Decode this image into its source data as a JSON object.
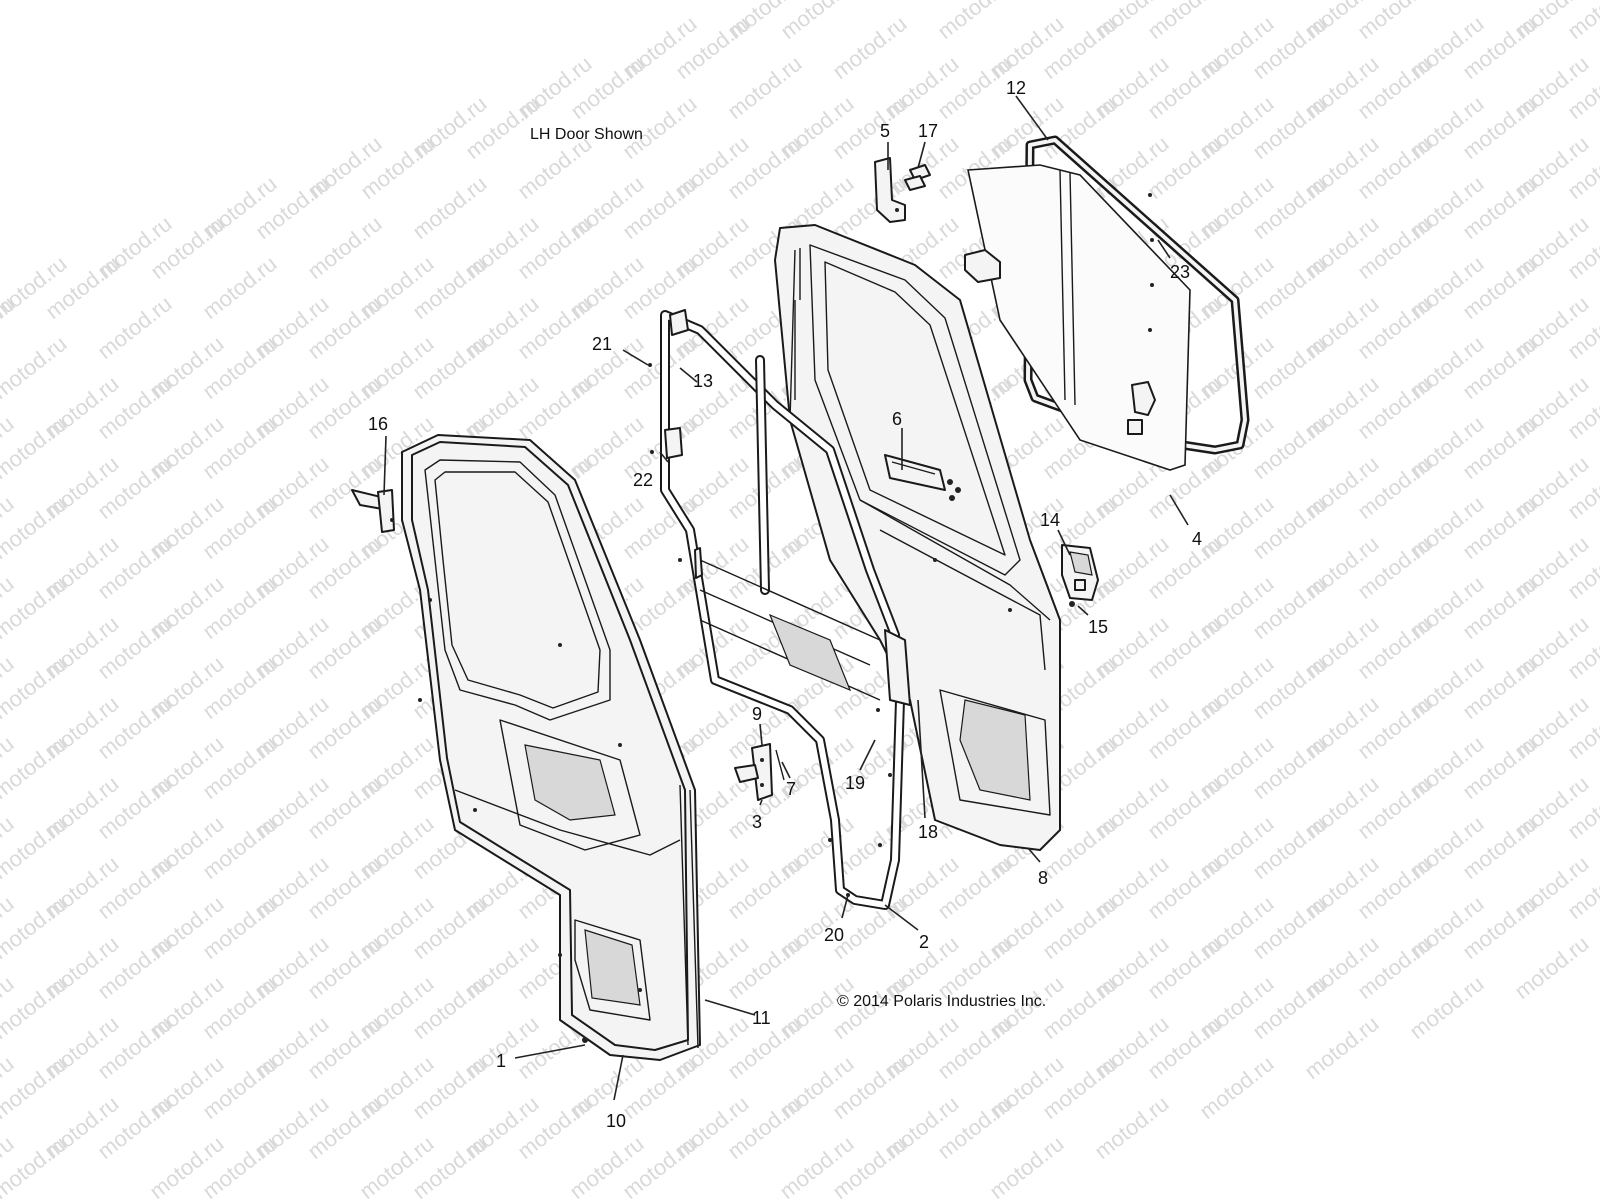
{
  "watermark": {
    "text": "motod.ru",
    "color": "#d9d9d9"
  },
  "notes": {
    "view_label": "LH Door Shown",
    "copyright": "© 2014 Polaris Industries Inc."
  },
  "callouts": [
    {
      "id": "c1",
      "label": "1"
    },
    {
      "id": "c2",
      "label": "2"
    },
    {
      "id": "c3",
      "label": "3"
    },
    {
      "id": "c4",
      "label": "4"
    },
    {
      "id": "c5",
      "label": "5"
    },
    {
      "id": "c6",
      "label": "6"
    },
    {
      "id": "c7",
      "label": "7"
    },
    {
      "id": "c8",
      "label": "8"
    },
    {
      "id": "c9",
      "label": "9"
    },
    {
      "id": "c10",
      "label": "10"
    },
    {
      "id": "c11",
      "label": "11"
    },
    {
      "id": "c12",
      "label": "12"
    },
    {
      "id": "c13",
      "label": "13"
    },
    {
      "id": "c14",
      "label": "14"
    },
    {
      "id": "c15",
      "label": "15"
    },
    {
      "id": "c16",
      "label": "16"
    },
    {
      "id": "c17",
      "label": "17"
    },
    {
      "id": "c18",
      "label": "18"
    },
    {
      "id": "c19",
      "label": "19"
    },
    {
      "id": "c20",
      "label": "20"
    },
    {
      "id": "c21",
      "label": "21"
    },
    {
      "id": "c22",
      "label": "22"
    },
    {
      "id": "c23",
      "label": "23"
    }
  ]
}
